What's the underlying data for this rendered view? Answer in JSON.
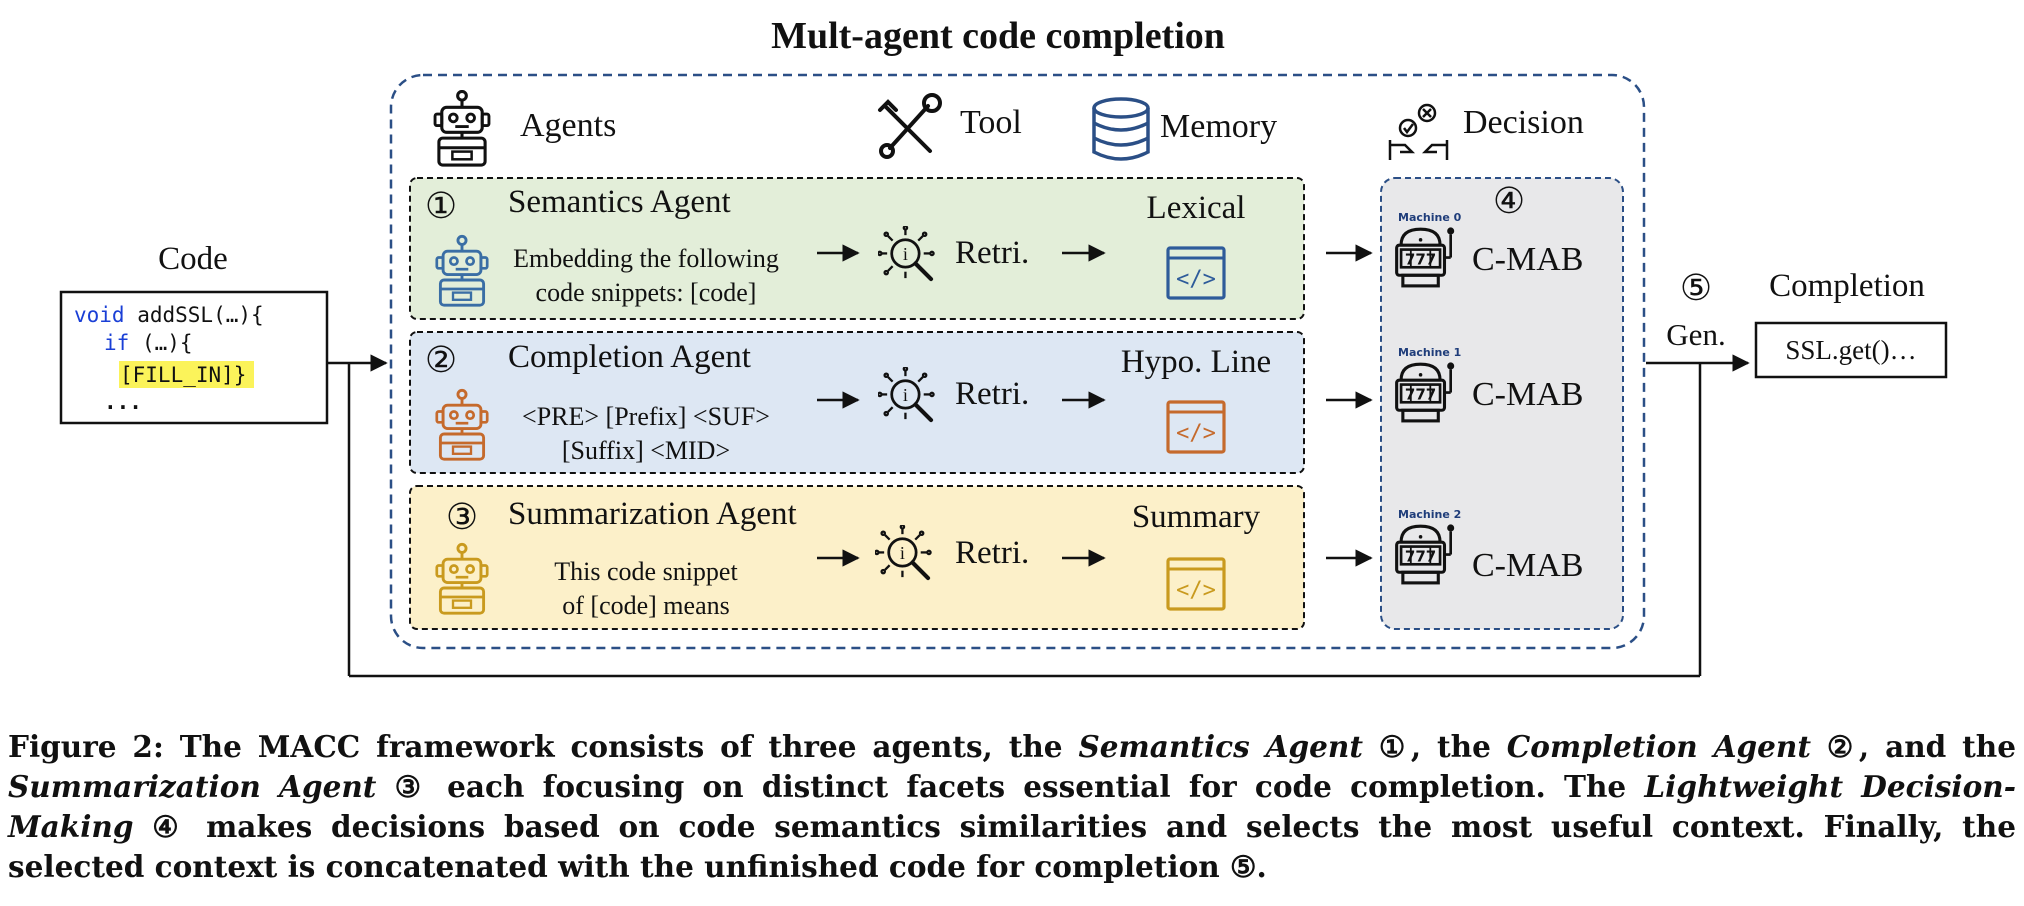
{
  "title": "Mult-agent code completion",
  "header": {
    "agents": "Agents",
    "tool": "Tool",
    "memory": "Memory",
    "decision": "Decision"
  },
  "code_box": {
    "label": "Code",
    "lines": [
      {
        "kw": "void",
        "rest": " addSSL(…){"
      },
      {
        "kw": "if",
        "rest": " (…){"
      },
      {
        "fill": "[FILL_IN]",
        "rest": "}"
      },
      {
        "rest": "..."
      }
    ]
  },
  "agents": [
    {
      "num": "①",
      "name": "Semantics Agent",
      "prompt1": "Embedding the following",
      "prompt2": "code snippets:  [code]",
      "retri": "Retri.",
      "memory": "Lexical",
      "machine": "Machine 0",
      "cmab": "C-MAB",
      "bg": "#e3eed9",
      "robot": "#3a6ea5",
      "doc": "#2e5b9a"
    },
    {
      "num": "②",
      "name": "Completion Agent",
      "prompt1": "<PRE> [Prefix] <SUF>",
      "prompt2": "[Suffix] <MID>",
      "retri": "Retri.",
      "memory": "Hypo. Line",
      "machine": "Machine 1",
      "cmab": "C-MAB",
      "bg": "#dde7f3",
      "robot": "#c56a2c",
      "doc": "#c56a2c"
    },
    {
      "num": "③",
      "name": "Summarization Agent",
      "prompt1": "This code snippet",
      "prompt2": "of [code] means",
      "retri": "Retri.",
      "memory": "Summary",
      "machine": "Machine 2",
      "cmab": "C-MAB",
      "bg": "#fcf0c9",
      "robot": "#c99a1e",
      "doc": "#c99a1e"
    }
  ],
  "decision_num": "④",
  "gen_num": "⑤",
  "gen_label": "Gen.",
  "completion_label": "Completion",
  "completion_text": "SSL.get()…",
  "caption": {
    "p1": "Figure 2: The MACC framework consists of three agents, the ",
    "i1": "Semantics Agent",
    "p2": " ①, the ",
    "i2": "Completion Agent",
    "p3": " ②, and the ",
    "i3": "Summarization Agent",
    "p4": " ③ each focusing on distinct facets essential for code completion. The ",
    "i4": "Lightweight Decision-Making",
    "p5": " ④ makes decisions based on code semantics similarities and selects the most useful context. Finally, the selected context is concatenated with the unfinished code for completion ⑤."
  },
  "colors": {
    "frame": "#2b4f86",
    "decision_bg": "#e8e8ea"
  }
}
